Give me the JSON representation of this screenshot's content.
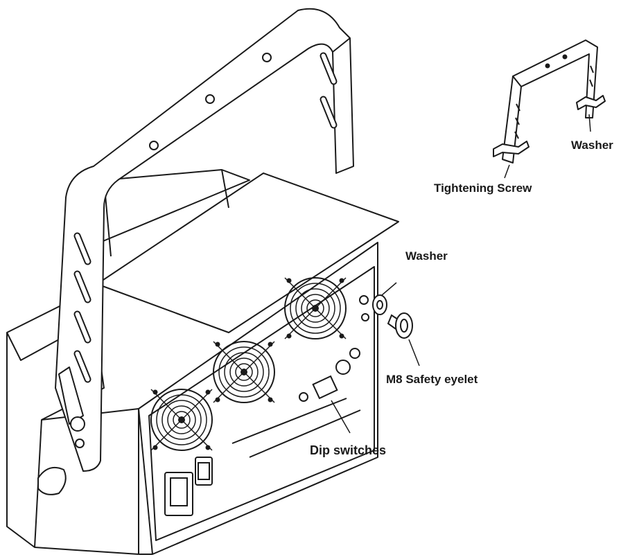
{
  "labels": {
    "washer_top": "Washer",
    "tightening_screw": "Tightening Screw",
    "washer_main": "Washer",
    "safety_eyelet": "M8 Safety eyelet",
    "dip_switches": "Dip switches"
  },
  "icons": {
    "fixture": "led-wash-fixture-icon",
    "bracket": "hanging-bracket-icon",
    "fan": "cooling-fan-icon",
    "eyelet": "safety-eyelet-icon"
  },
  "colors": {
    "line": "#1a1a1a",
    "background": "#ffffff"
  }
}
